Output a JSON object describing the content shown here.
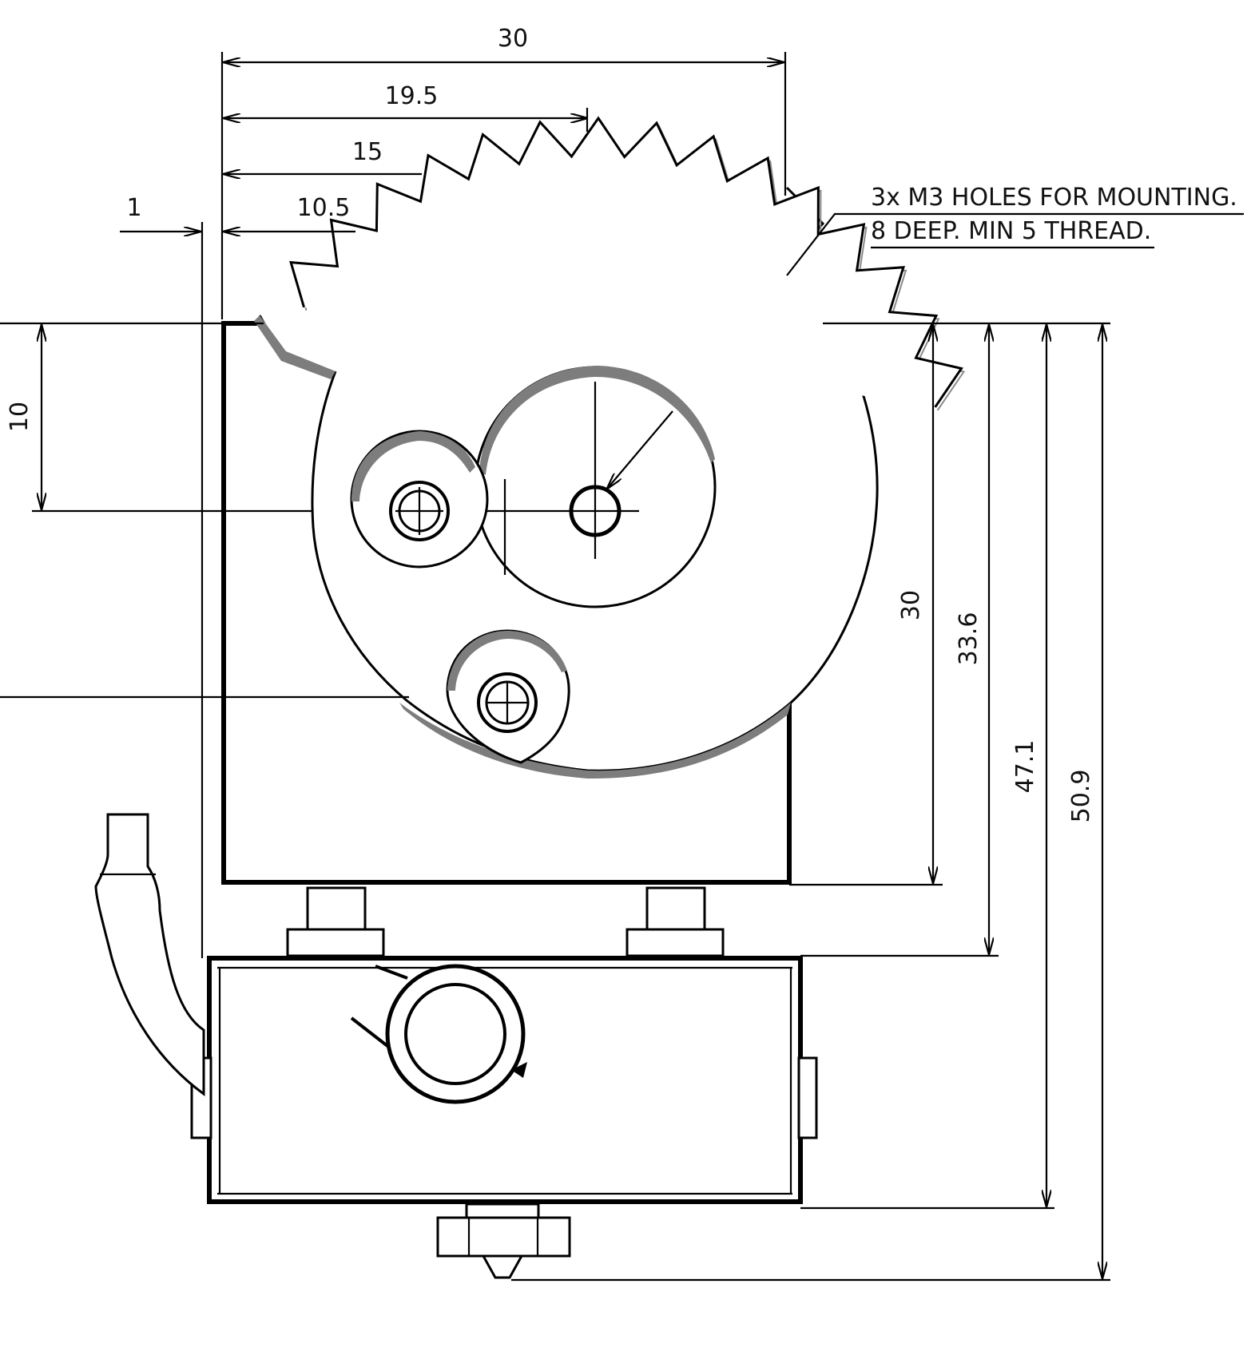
{
  "dimensions": {
    "width_total": "30",
    "width_19_5": "19.5",
    "width_15": "15",
    "width_10_5": "10.5",
    "offset_1": "1",
    "height_10": "10",
    "height_30": "30",
    "height_33_6": "33.6",
    "height_47_1": "47.1",
    "height_50_9": "50.9"
  },
  "note": {
    "line1": "3x M3 HOLES FOR MOUNTING.",
    "line2": "8 DEEP. MIN 5 THREAD."
  }
}
